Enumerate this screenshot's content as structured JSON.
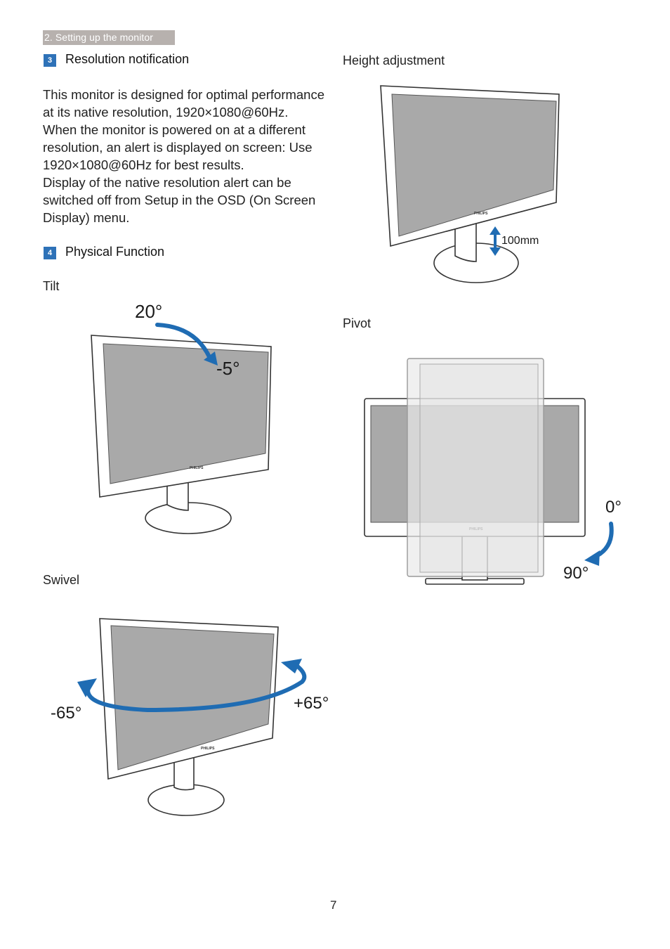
{
  "header": {
    "section": "2. Setting up the monitor"
  },
  "sections": [
    {
      "number": "3",
      "title": "Resolution notification"
    },
    {
      "number": "4",
      "title": "Physical Function"
    }
  ],
  "resolution_text": [
    "This monitor is designed for optimal performance at its native resolution, 1920×1080@60Hz.",
    "When the monitor is powered on at a different resolution, an alert is displayed on screen: Use 1920×1080@60Hz for best results.",
    "Display of the native resolution alert can be switched off from Setup in the OSD (On Screen Display) menu."
  ],
  "labels": {
    "tilt": "Tilt",
    "swivel": "Swivel",
    "height": "Height adjustment",
    "pivot": "Pivot"
  },
  "figures": {
    "tilt": {
      "upper": "20°",
      "lower": "-5°"
    },
    "swivel": {
      "left": "-65°",
      "right": "+65°"
    },
    "height": {
      "range": "100mm"
    },
    "pivot": {
      "start": "0°",
      "end": "90°"
    },
    "brand": "PHILIPS"
  },
  "colors": {
    "accent": "#2e72b8",
    "arrow": "#1f6cb3",
    "header_bg": "#b7b1ae",
    "screen": "#a9a9a9"
  },
  "page_number": "7"
}
